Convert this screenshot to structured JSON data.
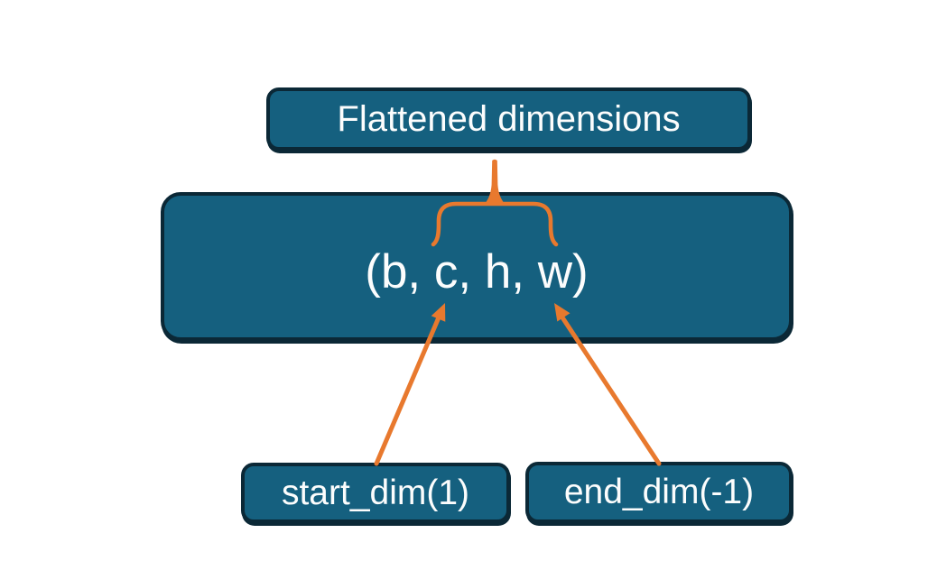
{
  "colors": {
    "box_fill": "#15607f",
    "box_border": "#0b2836",
    "accent_orange": "#e8792e",
    "text_color": "#fcfdfd",
    "background": "#ffffff"
  },
  "diagram": {
    "flattened_label": "Flattened dimensions",
    "tensor_label": "(b, c, h, w)",
    "start_dim_label": "start_dim(1)",
    "end_dim_label": "end_dim(-1)"
  }
}
